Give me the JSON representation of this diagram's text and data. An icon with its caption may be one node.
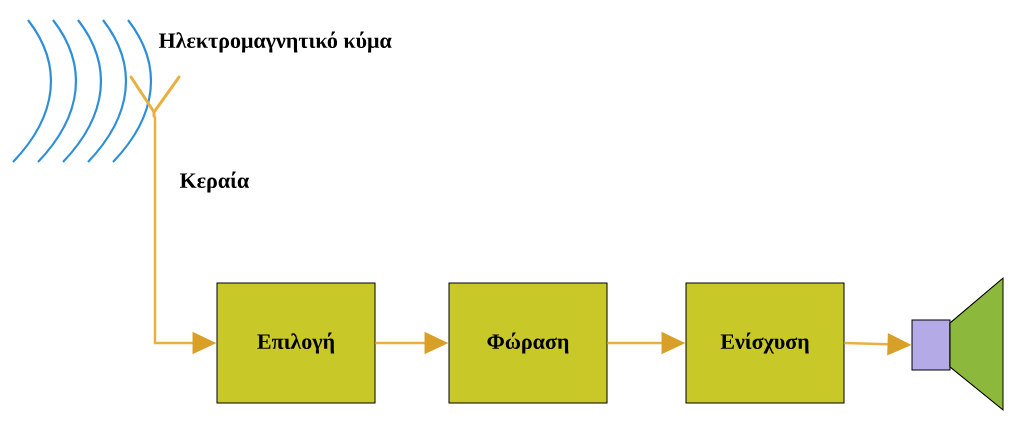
{
  "diagram": {
    "nodes": [
      {
        "text": [],
        "shape": "antenna",
        "beside": [
          "Κεραία"
        ]
      },
      {
        "text": [
          "Επιλογή"
        ]
      },
      {
        "text": [
          "Φώραση"
        ]
      },
      {
        "text": [
          "Ενίσχυση"
        ]
      },
      {
        "text": [],
        "shape": "speaker"
      }
    ],
    "edges": [
      {
        "from": 0,
        "to": 1,
        "arrow": "to"
      },
      {
        "from": 1,
        "to": 2,
        "arrow": "to"
      },
      {
        "from": 2,
        "to": 3,
        "arrow": "to"
      },
      {
        "from": 3,
        "to": 4,
        "arrow": "to"
      }
    ],
    "labels": [
      "Ηλεκτρομαγνητικό κύμα"
    ]
  }
}
